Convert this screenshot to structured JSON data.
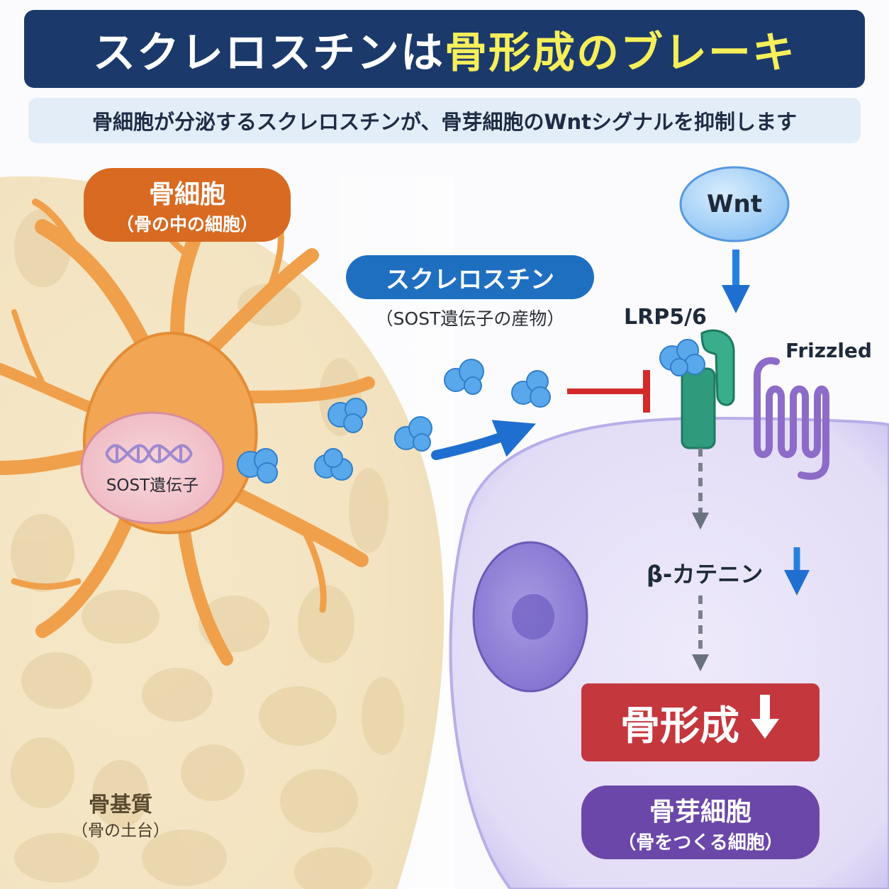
{
  "title": {
    "part1": "スクレロスチンは",
    "part2": "骨形成のブレーキ"
  },
  "subtitle": "骨細胞が分泌するスクレロスチンが、骨芽細胞のWntシグナルを抑制します",
  "osteocyte": {
    "name": "骨細胞",
    "desc": "（骨の中の細胞）",
    "gene_label": "SOST遺伝子"
  },
  "sclerostin": {
    "name": "スクレロスチン",
    "desc": "（SOST遺伝子の産物）"
  },
  "wnt": "Wnt",
  "lrp": "LRP5/6",
  "frizzled": "Frizzled",
  "beta_catenin": "β-カテニン",
  "bone_formation": "骨形成",
  "osteoblast": {
    "name": "骨芽細胞",
    "desc": "（骨をつくる細胞）"
  },
  "bone_matrix": {
    "name": "骨基質",
    "desc": "（骨の土台）"
  },
  "colors": {
    "title_bg": "#1b3a6b",
    "title_highlight": "#f6ef5a",
    "osteocyte_pill": "#d86a22",
    "sclerostin_pill": "#1f6fc0",
    "inhibition": "#d42a2a",
    "bone_formation_box": "#c4373d",
    "osteoblast_pill": "#6a47a8",
    "sclerostin_blob": "#5aa8ec",
    "lrp_receptor": "#2f9a7c",
    "frizzled": "#8c6cc8"
  }
}
